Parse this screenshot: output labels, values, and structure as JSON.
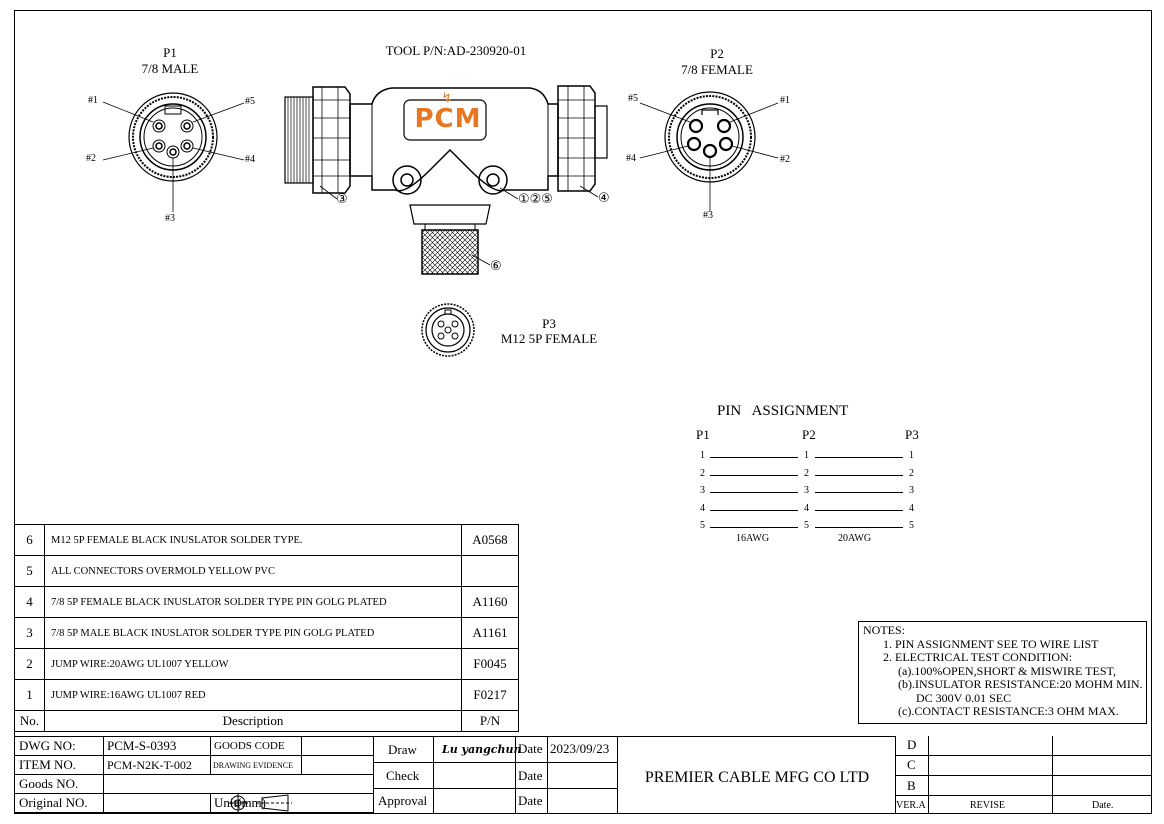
{
  "tool_pn": "TOOL P/N:AD-230920-01",
  "p1": {
    "name": "P1",
    "type": "7/8 MALE",
    "pins": [
      "#1",
      "#2",
      "#3",
      "#4",
      "#5"
    ]
  },
  "p2": {
    "name": "P2",
    "type": "7/8 FEMALE",
    "pins": [
      "#1",
      "#2",
      "#3",
      "#4",
      "#5"
    ]
  },
  "p3": {
    "name": "P3",
    "type": "M12 5P FEMALE"
  },
  "callouts": {
    "c3": "③",
    "c125": "①②⑤",
    "c4": "④",
    "c6": "⑥"
  },
  "logo": "PCM",
  "pin_assignment": {
    "title": "PIN   ASSIGNMENT",
    "headers": [
      "P1",
      "P2",
      "P3"
    ],
    "pins": [
      "1",
      "2",
      "3",
      "4",
      "5"
    ],
    "wire1": "16AWG",
    "wire2": "20AWG"
  },
  "bom": {
    "rows": [
      {
        "no": "6",
        "desc": "M12 5P FEMALE BLACK INUSLATOR SOLDER TYPE.",
        "pn": "A0568"
      },
      {
        "no": "5",
        "desc": "ALL CONNECTORS OVERMOLD YELLOW PVC",
        "pn": ""
      },
      {
        "no": "4",
        "desc": "7/8 5P FEMALE BLACK INUSLATOR SOLDER TYPE PIN GOLG PLATED",
        "pn": "A1160"
      },
      {
        "no": "3",
        "desc": "7/8 5P MALE BLACK INUSLATOR SOLDER TYPE PIN GOLG PLATED",
        "pn": "A1161"
      },
      {
        "no": "2",
        "desc": "JUMP WIRE:20AWG UL1007 YELLOW",
        "pn": "F0045"
      },
      {
        "no": "1",
        "desc": "JUMP WIRE:16AWG UL1007 RED",
        "pn": "F0217"
      }
    ],
    "header": {
      "no": "No.",
      "desc": "Description",
      "pn": "P/N"
    }
  },
  "notes": {
    "title": "NOTES:",
    "lines": [
      "1.  PIN ASSIGNMENT SEE TO WIRE LIST",
      "2.  ELECTRICAL TEST CONDITION:",
      "(a).100%OPEN,SHORT & MISWIRE TEST,",
      "(b).INSULATOR RESISTANCE:20 MOHM MIN.",
      "DC 300V 0.01 SEC",
      "(c).CONTACT RESISTANCE:3 OHM MAX."
    ]
  },
  "title_block": {
    "dwg_no_label": "DWG NO:",
    "dwg_no": "PCM-S-0393",
    "goods_code_label": "GOODS CODE",
    "item_no_label": "ITEM NO.",
    "item_no": "PCM-N2K-T-002",
    "drawing_evidence_label": "DRAWING EVIDENCE",
    "goods_no_label": "Goods NO.",
    "original_no_label": "Original NO.",
    "unit_label": "Unit(mm)",
    "draw_label": "Draw",
    "drawer": "Lu yangchun",
    "date_label": "Date",
    "date": "2023/09/23",
    "check_label": "Check",
    "approval_label": "Approval",
    "company": "PREMIER CABLE MFG CO LTD",
    "rev_rows": [
      "D",
      "C",
      "B"
    ],
    "ver_label": "VER.A",
    "revise_label": "REVISE",
    "rev_date_label": "Date."
  }
}
